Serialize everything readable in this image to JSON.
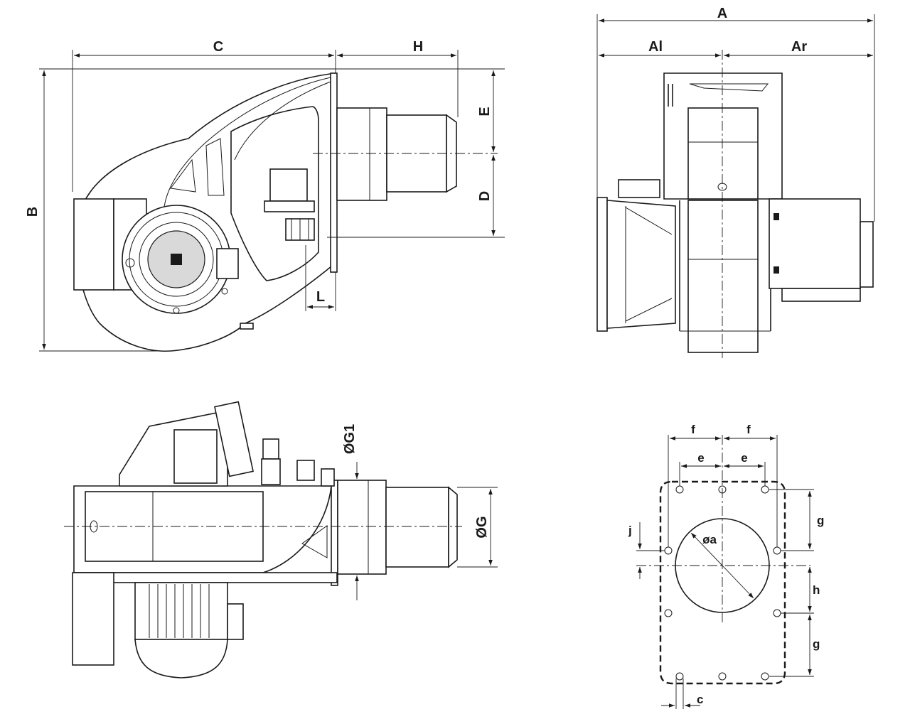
{
  "labels": {
    "front_view": {
      "C": "C",
      "H": "H",
      "B": "B",
      "E": "E",
      "D": "D",
      "L": "L"
    },
    "side_view": {
      "A": "A",
      "Al": "Al",
      "Ar": "Ar"
    },
    "top_view": {
      "G1": "ØG1",
      "G": "ØG"
    },
    "flange": {
      "f_left": "f",
      "f_right": "f",
      "e_left": "e",
      "e_right": "e",
      "g_top": "g",
      "h": "h",
      "g_bottom": "g",
      "j": "j",
      "a": "øa",
      "c": "c"
    }
  }
}
